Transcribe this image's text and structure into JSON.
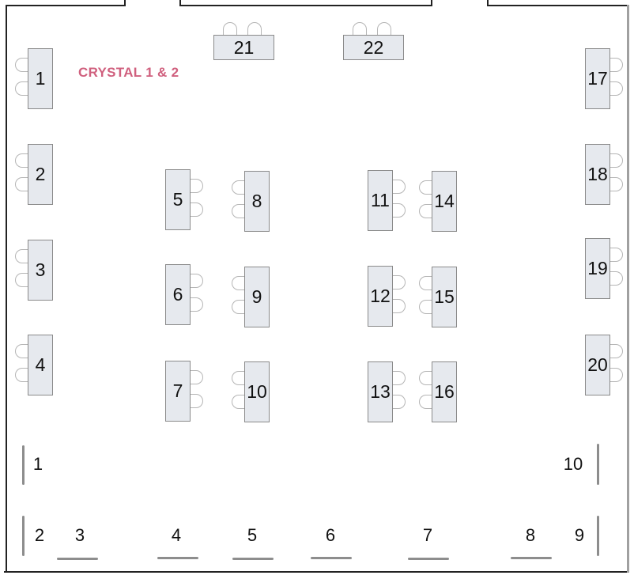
{
  "room": {
    "title": "CRYSTAL 1 & 2"
  },
  "tables": [
    {
      "label": "1",
      "orientation": "vertical",
      "chairs": "left"
    },
    {
      "label": "2",
      "orientation": "vertical",
      "chairs": "left"
    },
    {
      "label": "3",
      "orientation": "vertical",
      "chairs": "left"
    },
    {
      "label": "4",
      "orientation": "vertical",
      "chairs": "left"
    },
    {
      "label": "5",
      "orientation": "vertical",
      "chairs": "right"
    },
    {
      "label": "6",
      "orientation": "vertical",
      "chairs": "right"
    },
    {
      "label": "7",
      "orientation": "vertical",
      "chairs": "right"
    },
    {
      "label": "8",
      "orientation": "vertical",
      "chairs": "left"
    },
    {
      "label": "9",
      "orientation": "vertical",
      "chairs": "left"
    },
    {
      "label": "10",
      "orientation": "vertical",
      "chairs": "left"
    },
    {
      "label": "11",
      "orientation": "vertical",
      "chairs": "right"
    },
    {
      "label": "12",
      "orientation": "vertical",
      "chairs": "right"
    },
    {
      "label": "13",
      "orientation": "vertical",
      "chairs": "right"
    },
    {
      "label": "14",
      "orientation": "vertical",
      "chairs": "left"
    },
    {
      "label": "15",
      "orientation": "vertical",
      "chairs": "left"
    },
    {
      "label": "16",
      "orientation": "vertical",
      "chairs": "left"
    },
    {
      "label": "17",
      "orientation": "vertical",
      "chairs": "right"
    },
    {
      "label": "18",
      "orientation": "vertical",
      "chairs": "right"
    },
    {
      "label": "19",
      "orientation": "vertical",
      "chairs": "right"
    },
    {
      "label": "20",
      "orientation": "vertical",
      "chairs": "right"
    },
    {
      "label": "21",
      "orientation": "horizontal",
      "chairs": "top"
    },
    {
      "label": "22",
      "orientation": "horizontal",
      "chairs": "top"
    }
  ],
  "booths": [
    "1",
    "2",
    "3",
    "4",
    "5",
    "6",
    "7",
    "8",
    "9",
    "10"
  ],
  "colors": {
    "title": "#d0607e",
    "table_fill": "#e6e9ee",
    "wall": "#222222"
  }
}
